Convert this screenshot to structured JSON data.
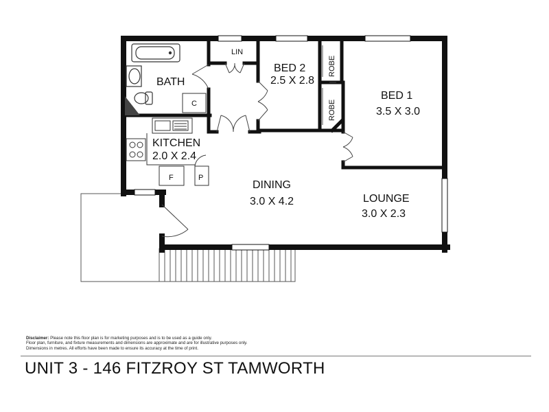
{
  "rooms": {
    "bath": {
      "name": "BATH"
    },
    "linen": {
      "name": "LIN"
    },
    "bed2": {
      "name": "BED 2",
      "size": "2.5 X 2.8"
    },
    "robe_top": {
      "name": "ROBE"
    },
    "robe_bottom": {
      "name": "ROBE"
    },
    "bed1": {
      "name": "BED 1",
      "size": "3.5 X 3.0"
    },
    "kitchen": {
      "name": "KITCHEN",
      "size": "2.0 X 2.4"
    },
    "dining": {
      "name": "DINING",
      "size": "3.0 X 4.2"
    },
    "lounge": {
      "name": "LOUNGE",
      "size": "3.0 X 2.3"
    }
  },
  "fixtures": {
    "cupboard": "C",
    "fridge": "F",
    "pantry": "P"
  },
  "disclaimer": {
    "heading": "Disclaimer:",
    "line1": "Please note this floor plan is for marketing purposes and is to be used as a guide only.",
    "line2": "Floor plan, furniture, and fixture measurements and dimensions are approximate and are for illustrative purposes only.",
    "line3": "Dimensions in metres. All efforts have been made to ensure its accuracy at the time of print."
  },
  "address": "UNIT 3 - 146 FITZROY ST TAMWORTH"
}
